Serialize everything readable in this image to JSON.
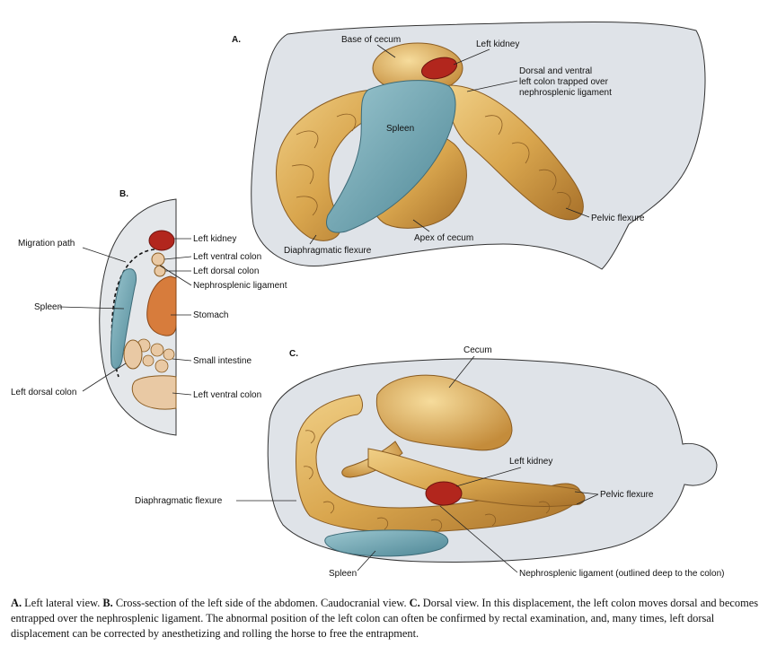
{
  "panels": {
    "a": {
      "letter": "A.",
      "labels": {
        "base_of_cecum": "Base of cecum",
        "left_kidney": "Left kidney",
        "trapped_line1": "Dorsal and ventral",
        "trapped_line2": "left colon trapped over",
        "trapped_line3": "nephrosplenic ligament",
        "spleen": "Spleen",
        "pelvic_flexure": "Pelvic flexure",
        "apex_of_cecum": "Apex of cecum",
        "diaphragmatic_flexure": "Diaphragmatic flexure"
      }
    },
    "b": {
      "letter": "B.",
      "labels": {
        "migration_path": "Migration path",
        "spleen": "Spleen",
        "left_dorsal_colon_outer": "Left dorsal colon",
        "left_kidney": "Left kidney",
        "left_ventral_colon": "Left ventral colon",
        "left_dorsal_colon": "Left dorsal colon",
        "nephrosplenic_ligament": "Nephrosplenic ligament",
        "stomach": "Stomach",
        "small_intestine": "Small intestine",
        "left_ventral_colon_lower": "Left ventral colon"
      }
    },
    "c": {
      "letter": "C.",
      "labels": {
        "cecum": "Cecum",
        "left_kidney": "Left kidney",
        "pelvic_flexure": "Pelvic flexure",
        "diaphragmatic_flexure": "Diaphragmatic flexure",
        "spleen": "Spleen",
        "nephrosplenic_ligament": "Nephrosplenic ligament (outlined deep to the colon)"
      }
    }
  },
  "caption": {
    "a_label": "A.",
    "a_text": " Left lateral view. ",
    "b_label": "B.",
    "b_text": " Cross-section of the left side of the abdomen. Caudocranial view. ",
    "c_label": "C.",
    "c_text": " Dorsal view. In this displacement, the left colon moves dorsal and becomes entrapped over the nephrosplenic ligament. The abnormal position of the left colon can often be confirmed by rectal examination, and, many times, left dorsal displacement can be corrected by anesthetizing and rolling the horse to free the entrapment."
  },
  "colors": {
    "body": "#dfe3e8",
    "colon": "#d9a64e",
    "colon_dark": "#a8712a",
    "spleen": "#6fa6b3",
    "kidney": "#b2261d",
    "stomach": "#d77c3c",
    "intestine": "#e9c9a4"
  }
}
